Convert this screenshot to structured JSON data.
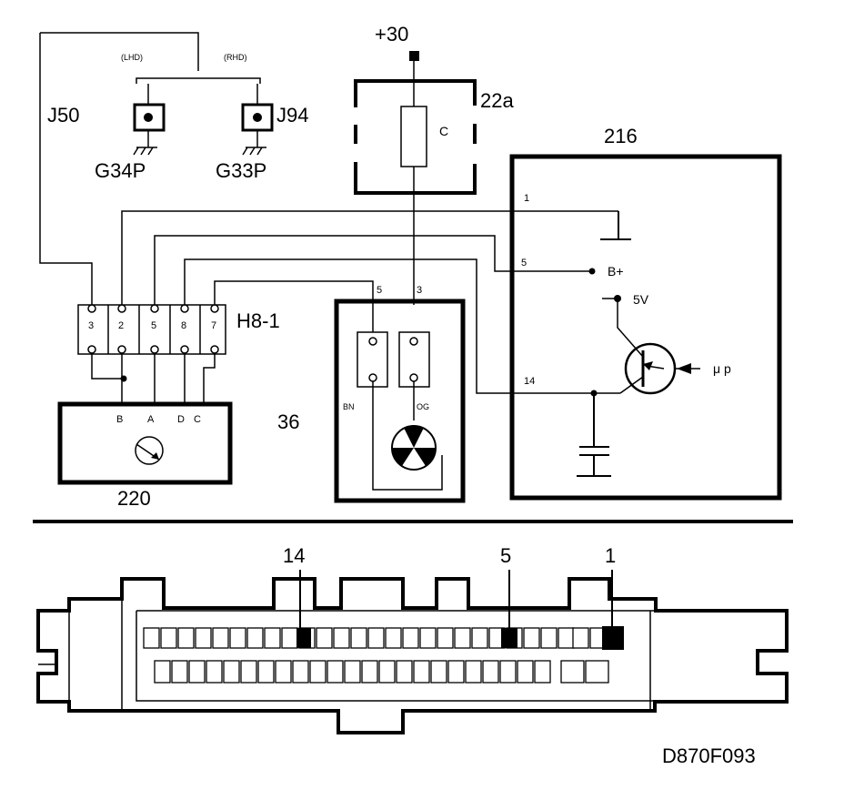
{
  "supply": {
    "label": "+30"
  },
  "fuse_box": {
    "label": "22a",
    "fuse_label": "C"
  },
  "ecu": {
    "label": "216",
    "pin_1": "1",
    "pin_5": "5",
    "pin_14": "14",
    "bplus": "B+",
    "v5": "5V",
    "mu_p": "μ p"
  },
  "ground_point_lhd": {
    "variant": "(LHD)",
    "connector": "J50",
    "ground": "G34P"
  },
  "ground_point_rhd": {
    "variant": "(RHD)",
    "connector": "J94",
    "ground": "G33P"
  },
  "connector_h8_1": {
    "label": "H8-1",
    "pins": [
      "3",
      "2",
      "5",
      "8",
      "7"
    ]
  },
  "component_220": {
    "label": "220",
    "terminals": [
      "B",
      "A",
      "D",
      "C"
    ]
  },
  "component_36": {
    "label": "36",
    "pin_left": "5",
    "pin_right": "3",
    "wire_left": "BN",
    "wire_right": "OG"
  },
  "ecu_connector": {
    "callouts": [
      "14",
      "5",
      "1"
    ]
  },
  "figure_code": "D870F093"
}
